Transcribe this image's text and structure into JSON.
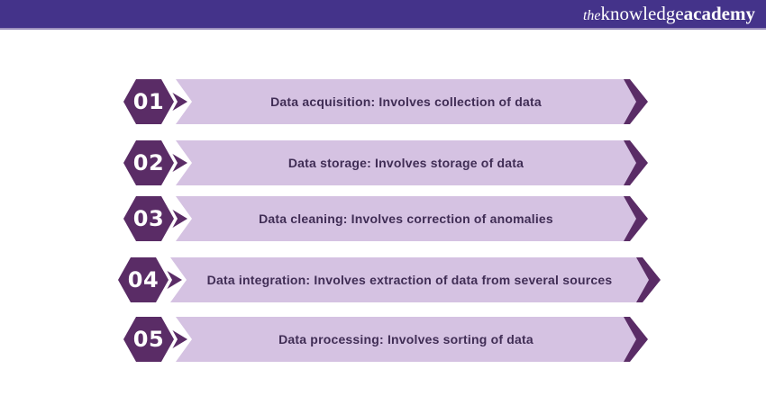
{
  "header": {
    "logo": {
      "prefix": "the",
      "word_regular": "knowledge",
      "word_bold": "academy"
    }
  },
  "colors": {
    "header_bg": "#44338A",
    "header_strip": "#9C90BD",
    "hex_dark": "#5A2C66",
    "bar_light": "#D5C2E2",
    "text_dark": "#402D55"
  },
  "steps": [
    {
      "number": "01",
      "text": "Data acquisition: Involves collection of data"
    },
    {
      "number": "02",
      "text": "Data storage: Involves storage of data"
    },
    {
      "number": "03",
      "text": "Data cleaning: Involves correction of anomalies"
    },
    {
      "number": "04",
      "text": "Data integration: Involves extraction of data from several sources"
    },
    {
      "number": "05",
      "text": "Data processing: Involves sorting of data"
    }
  ]
}
